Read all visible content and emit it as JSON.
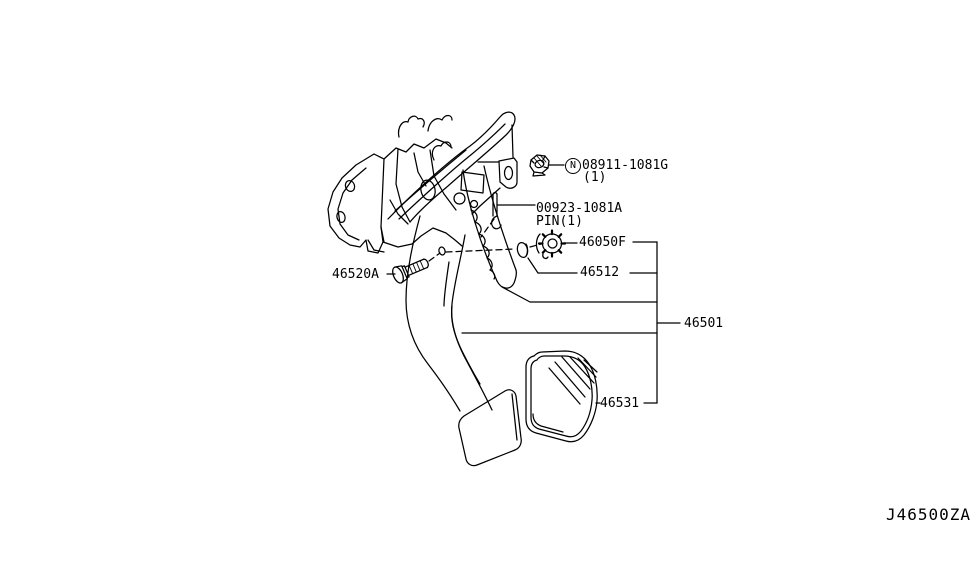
{
  "page": {
    "background": "#ffffff",
    "line_color": "#000000"
  },
  "drawing_code": "J46500ZA",
  "callouts": {
    "nut": {
      "symbol": "N",
      "part_number": "08911-1081G",
      "quantity": "(1)"
    },
    "pin": {
      "part_number": "00923-1081A",
      "label": "PIN(1)"
    },
    "lock_nut": {
      "part_number": "46050F"
    },
    "washer": {
      "part_number": "46512"
    },
    "bolt": {
      "part_number": "46520A"
    },
    "pedal_assembly": {
      "part_number": "46501"
    },
    "pedal_pad": {
      "part_number": "46531"
    }
  },
  "icons": {
    "nut_icon": "flanged hex nut",
    "pin_icon": "clevis pin",
    "lock_nut_icon": "toothed lock nut",
    "washer_icon": "clevis washer",
    "bolt_icon": "hex bolt"
  }
}
